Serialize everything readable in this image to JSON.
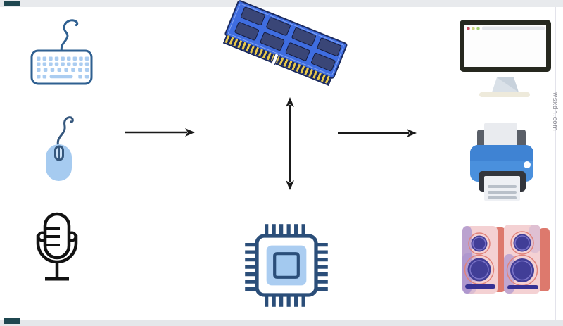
{
  "page": {
    "background": "#ffffff",
    "top_bar_color": "#e8eaed",
    "bottom_bar_color": "#e5e7ea",
    "corner_mark_color": "#1f4750"
  },
  "watermark": {
    "text": "wsxdn.com",
    "color": "#8d8d95"
  },
  "diagram": {
    "type": "computer-io-flow",
    "groups": [
      {
        "name": "input-devices",
        "items": [
          "keyboard",
          "mouse",
          "microphone"
        ]
      },
      {
        "name": "processing",
        "items": [
          "ram-memory",
          "cpu"
        ]
      },
      {
        "name": "output-devices",
        "items": [
          "monitor",
          "printer",
          "speakers"
        ]
      }
    ],
    "arrows": [
      {
        "from": "input-devices",
        "to": "processing",
        "heads": "end"
      },
      {
        "from": "ram-memory",
        "to": "cpu",
        "heads": "both"
      },
      {
        "from": "processing",
        "to": "output-devices",
        "heads": "end"
      }
    ],
    "arrow_color": "#1a1a1a"
  },
  "colors": {
    "keyboard_outline": "#2f6091",
    "keyboard_keys": "#abcdf1",
    "mouse_body": "#a6cbf0",
    "mouse_outline": "#35577d",
    "microphone_outline": "#121212",
    "ram_board": "#3f6de0",
    "ram_chip": "#3a4677",
    "ram_pins_gold": "#e8c84a",
    "ram_edge": "#1b2a5e",
    "cpu_outline": "#2b4e79",
    "cpu_inner": "#abcdf1",
    "monitor_bezel": "#26281f",
    "monitor_dot_red": "#c94f62",
    "monitor_dot_yellow": "#cdd37f",
    "monitor_dot_green": "#9fcf6e",
    "printer_body": "#4a90dd",
    "printer_band": "#3f83d3",
    "printer_dark": "#33363d",
    "speaker_front": "#f4d1d3",
    "speaker_side": "#dd796d",
    "speaker_driver": "#413e97",
    "speaker_bar": "#363294",
    "speaker_speckle": "#8273cb"
  }
}
